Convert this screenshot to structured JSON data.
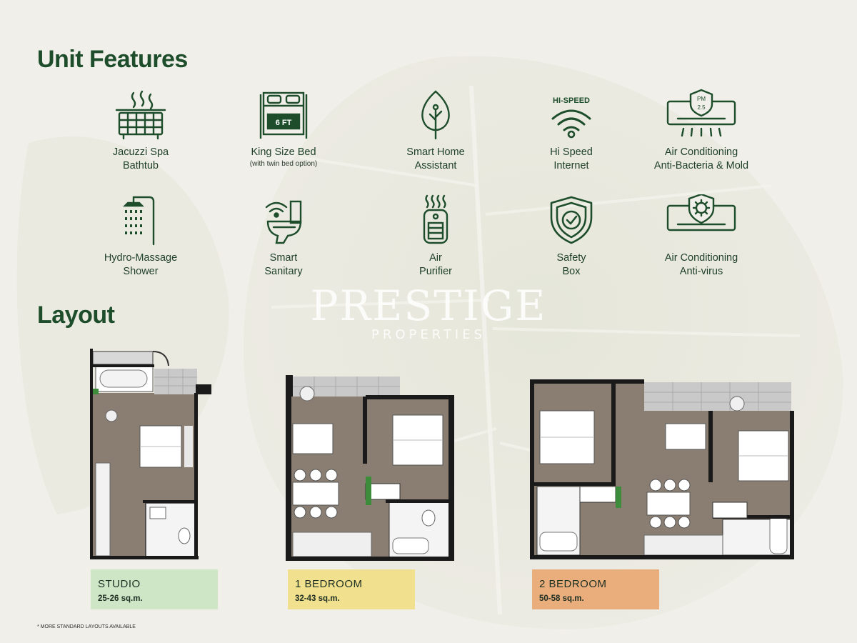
{
  "titles": {
    "unit_features": "Unit Features",
    "layout": "Layout"
  },
  "features": [
    {
      "name": "Jacuzzi Spa",
      "line2": "Bathtub",
      "icon": "jacuzzi-icon"
    },
    {
      "name": "King Size Bed",
      "line2": "(with twin bed option)",
      "icon": "king-bed-icon",
      "icon_text": "6 FT"
    },
    {
      "name": "Smart Home",
      "line2": "Assistant",
      "icon": "smart-home-leaf-icon"
    },
    {
      "name": "Hi Speed",
      "line2": "Internet",
      "icon": "wifi-icon",
      "icon_text": "HI-SPEED"
    },
    {
      "name": "Air Conditioning",
      "line2": "Anti-Bacteria & Mold",
      "icon": "air-conditioner-pm-icon",
      "icon_text_1": "PM",
      "icon_text_2": "2.5"
    },
    {
      "name": "Hydro-Massage",
      "line2": "Shower",
      "icon": "shower-icon"
    },
    {
      "name": "Smart",
      "line2": "Sanitary",
      "icon": "smart-toilet-icon"
    },
    {
      "name": "Air",
      "line2": "Purifier",
      "icon": "air-purifier-icon"
    },
    {
      "name": "Safety",
      "line2": "Box",
      "icon": "safety-shield-icon"
    },
    {
      "name": "Air Conditioning",
      "line2": "Anti-virus",
      "icon": "air-conditioner-virus-icon"
    }
  ],
  "watermark": {
    "line1": "PRESTIGE",
    "line2": "PROPERTIES"
  },
  "layouts": [
    {
      "name": "STUDIO",
      "size": "25-26 sq.m.",
      "color": "#cfe6c6"
    },
    {
      "name": "1 BEDROOM",
      "size": "32-43 sq.m.",
      "color": "#f1e08e"
    },
    {
      "name": "2 BEDROOM",
      "size": "50-58 sq.m.",
      "color": "#e9ae7c"
    }
  ],
  "footnote": "* MORE STANDARD LAYOUTS AVAILABLE",
  "colors": {
    "brand_green": "#1d4d2b",
    "background": "#f1efe9",
    "floor_wood": "#8a7e72",
    "wall": "#1a1a1a"
  }
}
